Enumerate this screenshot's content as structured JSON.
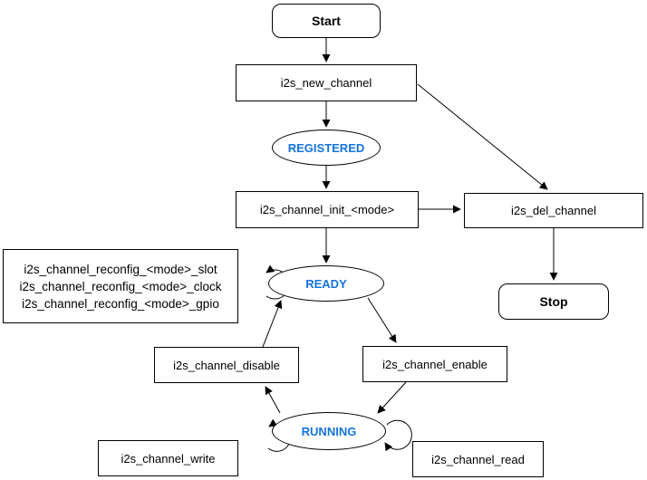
{
  "nodes": {
    "start": {
      "label": "Start"
    },
    "new_channel": {
      "label": "i2s_new_channel"
    },
    "registered": {
      "label": "REGISTERED"
    },
    "init": {
      "label": "i2s_channel_init_<mode>"
    },
    "del_channel": {
      "label": "i2s_del_channel"
    },
    "stop": {
      "label": "Stop"
    },
    "reconfig": {
      "lines": [
        "i2s_channel_reconfig_<mode>_slot",
        "i2s_channel_reconfig_<mode>_clock",
        "i2s_channel_reconfig_<mode>_gpio"
      ]
    },
    "ready": {
      "label": "READY"
    },
    "disable": {
      "label": "i2s_channel_disable"
    },
    "enable": {
      "label": "i2s_channel_enable"
    },
    "running": {
      "label": "RUNNING"
    },
    "write": {
      "label": "i2s_channel_write"
    },
    "read": {
      "label": "i2s_channel_read"
    }
  },
  "colors": {
    "state_text": "#1473DC",
    "stroke": "#000000",
    "background": "#ffffff"
  }
}
